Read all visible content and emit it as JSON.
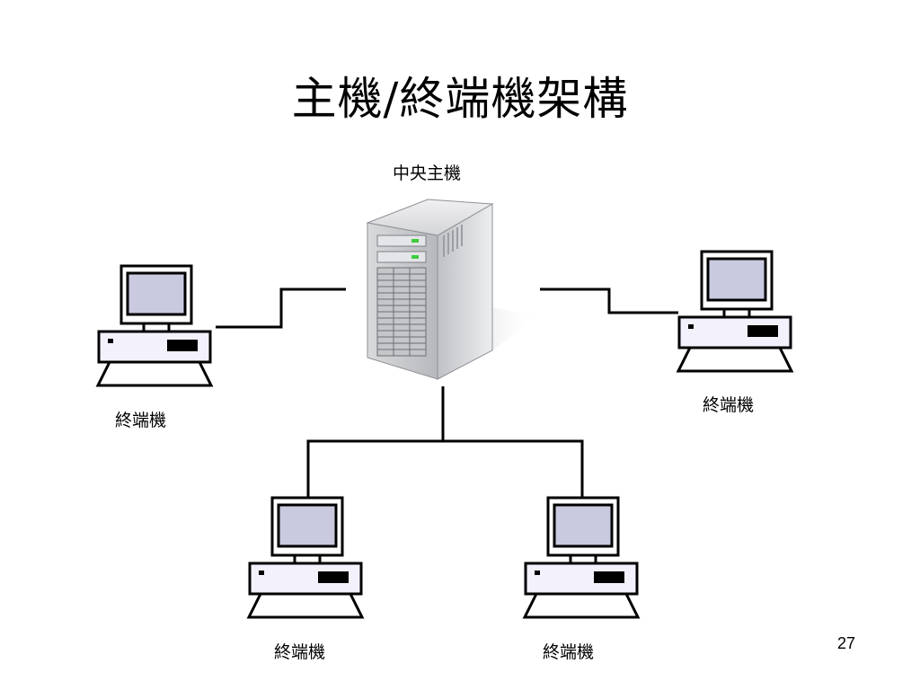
{
  "slide": {
    "title": "主機/終端機架構",
    "page_number": "27"
  },
  "diagram": {
    "host": {
      "label": "中央主機",
      "icon": "server-tower-icon"
    },
    "terminals": [
      {
        "id": "left",
        "label": "終端機",
        "icon": "computer-terminal-icon"
      },
      {
        "id": "right",
        "label": "終端機",
        "icon": "computer-terminal-icon"
      },
      {
        "id": "bottom-left",
        "label": "終端機",
        "icon": "computer-terminal-icon"
      },
      {
        "id": "bottom-right",
        "label": "終端機",
        "icon": "computer-terminal-icon"
      }
    ],
    "colors": {
      "screen": "#c9c9e0",
      "terminal_body": "#f3f1fb",
      "line": "#000000"
    }
  }
}
